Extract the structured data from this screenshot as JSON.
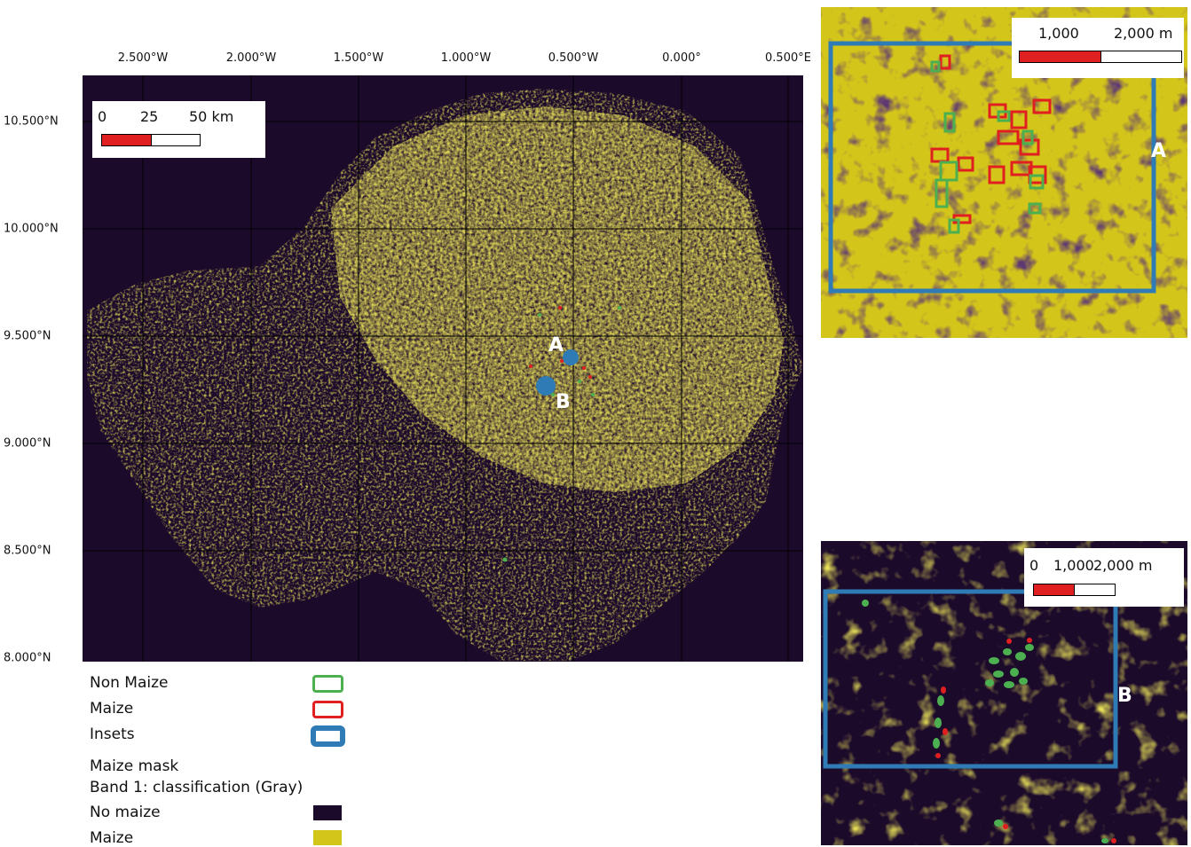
{
  "main_map": {
    "x_ticks": [
      "2.500°W",
      "2.000°W",
      "1.500°W",
      "1.000°W",
      "0.500°W",
      "0.000°",
      "0.500°E"
    ],
    "y_ticks": [
      "10.500°N",
      "10.000°N",
      "9.500°N",
      "9.000°N",
      "8.500°N",
      "8.000°N"
    ],
    "markers": [
      "A",
      "B"
    ],
    "scale_bar": {
      "labels": [
        "0",
        "25",
        "50 km"
      ]
    }
  },
  "inset_a": {
    "label": "A",
    "scale_bar": {
      "labels": [
        "1,000",
        "2,000 m"
      ]
    }
  },
  "inset_b": {
    "label": "B",
    "scale_bar": {
      "labels": [
        "0",
        "1,000",
        "2,000 m"
      ]
    }
  },
  "legend": {
    "items": [
      {
        "label": "Non Maize",
        "color": "#4caf50"
      },
      {
        "label": "Maize",
        "color": "#e02020"
      },
      {
        "label": "Insets",
        "color": "#2f7bb6"
      }
    ],
    "mask_title": "Maize mask",
    "mask_subtitle": "Band 1: classification (Gray)",
    "classes": [
      {
        "label": "No maize",
        "color": "#1c0a2b"
      },
      {
        "label": "Maize",
        "color": "#d4c51a"
      }
    ]
  },
  "colors": {
    "no_maize": "#1c0a2b",
    "maize": "#d4c51a",
    "maize_poly": "#e02020",
    "non_maize_poly": "#4caf50",
    "inset_frame": "#2f7bb6"
  }
}
